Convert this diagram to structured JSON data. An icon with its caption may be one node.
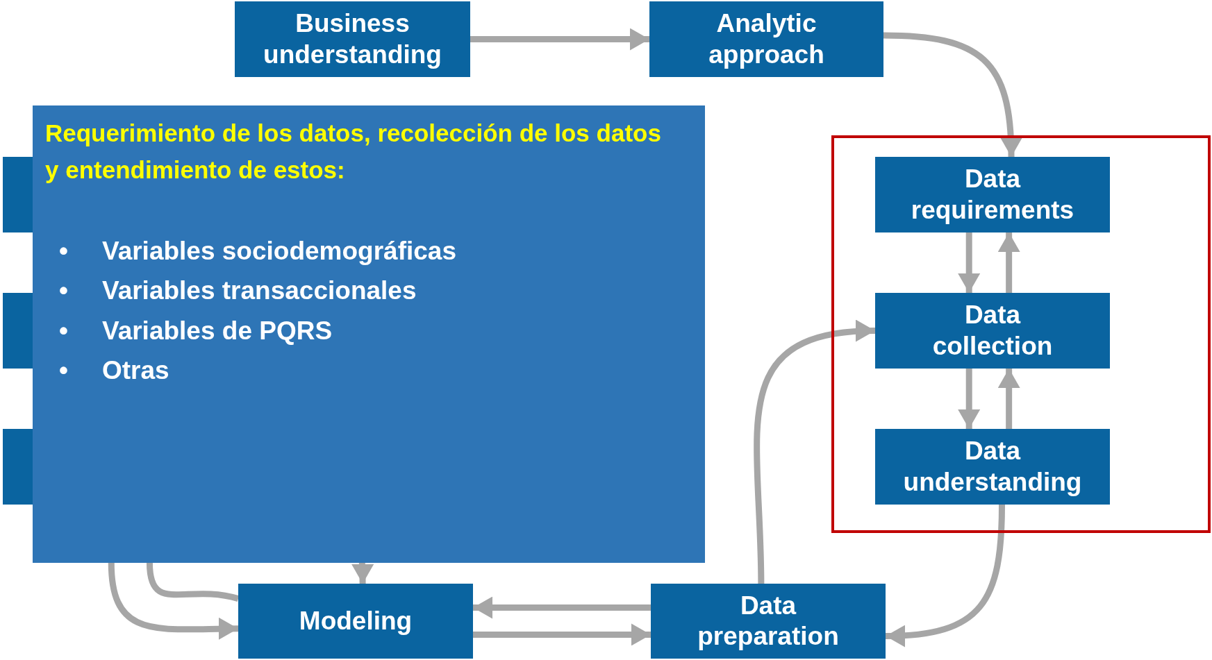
{
  "diagram": {
    "nodes": [
      {
        "text": [
          "Business understanding"
        ]
      },
      {
        "text": [
          "Analytic approach"
        ]
      },
      {
        "text": [],
        "shape": "box"
      },
      {
        "text": [],
        "shape": "box"
      },
      {
        "text": [],
        "shape": "box"
      },
      {
        "text": [
          "Requerimiento de los datos, recolección de los datos y entendimiento de estos:",
          "Variables sociodemográficas",
          "Variables transaccionales",
          "Variables de PQRS",
          "Otras"
        ]
      },
      {
        "text": [],
        "shape": "box"
      },
      {
        "text": [
          "Data requirements"
        ],
        "in": 6
      },
      {
        "text": [
          "Data collection"
        ],
        "in": 6
      },
      {
        "text": [
          "Data understanding"
        ],
        "in": 6
      },
      {
        "text": [
          "Modeling"
        ]
      },
      {
        "text": [
          "Data preparation"
        ]
      }
    ],
    "edges": [
      {
        "from": 0,
        "to": 1,
        "arrow": "to"
      },
      {
        "from": 1,
        "to": 7,
        "arrow": "to"
      },
      {
        "from": 7,
        "to": 8,
        "arrow": "to"
      },
      {
        "from": 8,
        "to": 7,
        "arrow": "to"
      },
      {
        "from": 8,
        "to": 9,
        "arrow": "to"
      },
      {
        "from": 9,
        "to": 8,
        "arrow": "to"
      },
      {
        "from": 9,
        "to": 11,
        "arrow": "to"
      },
      {
        "from": 11,
        "to": 8,
        "arrow": "to"
      },
      {
        "from": 11,
        "to": 10,
        "arrow": "to"
      },
      {
        "from": 10,
        "to": 11,
        "arrow": "to"
      },
      {
        "from": 5,
        "to": 10,
        "arrow": "to"
      },
      {
        "from": 10,
        "to": 5,
        "arrow": "none"
      },
      {
        "from": 5,
        "to": 10,
        "arrow": "to"
      }
    ],
    "labels": [
      "•",
      "•",
      "•",
      "•"
    ]
  }
}
